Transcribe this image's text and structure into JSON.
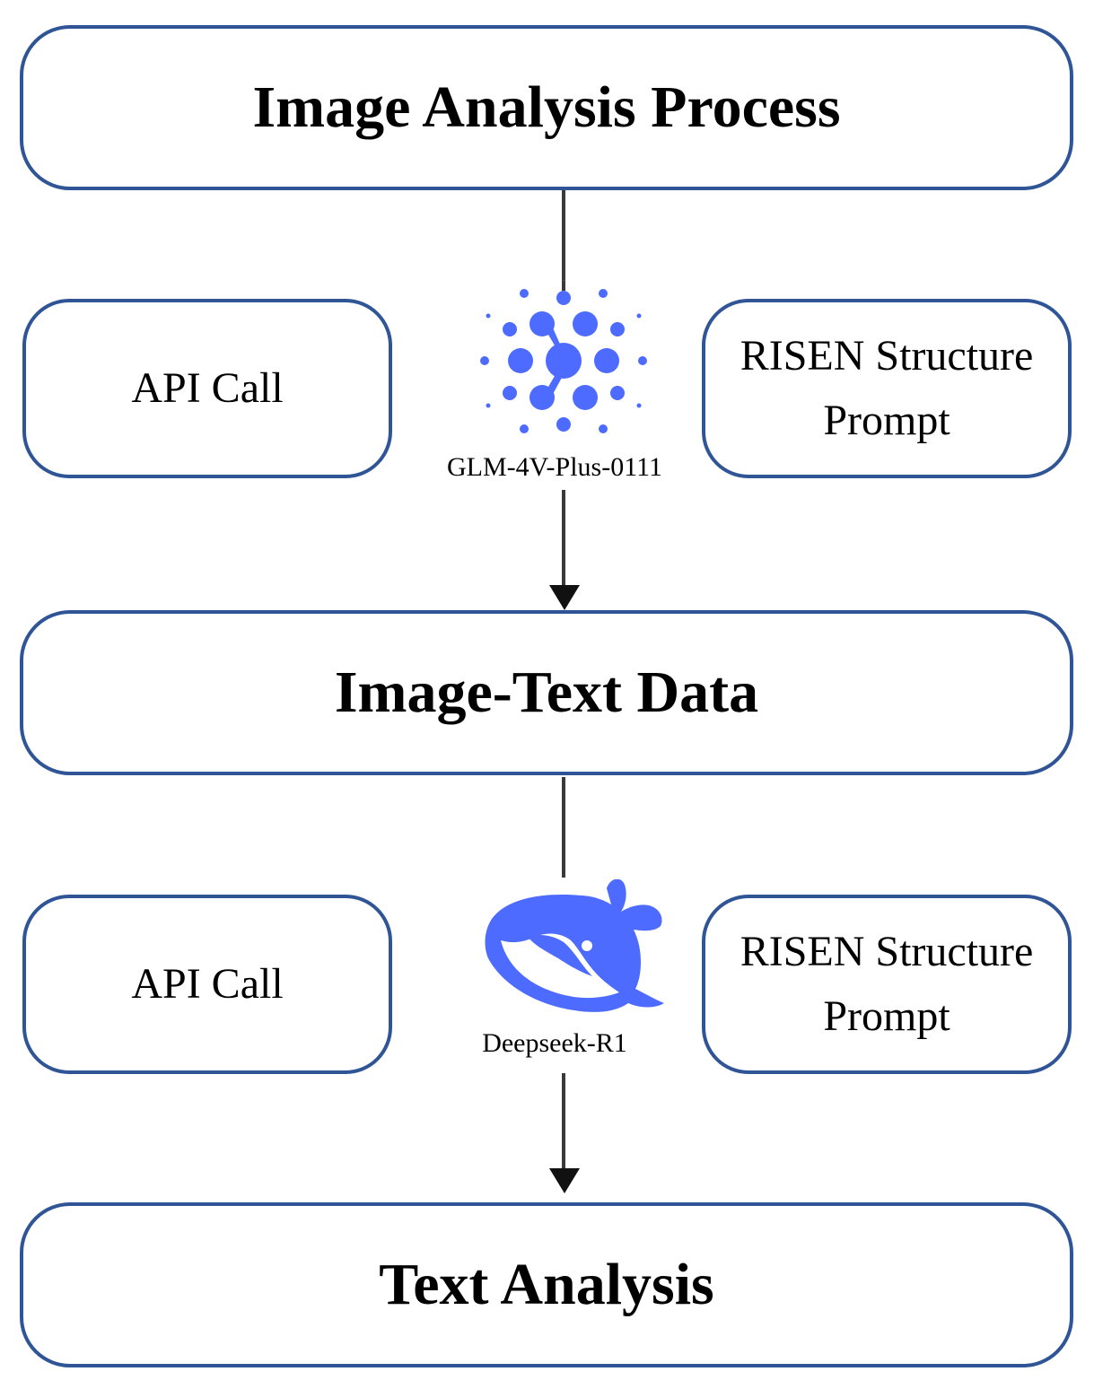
{
  "stages": {
    "image_analysis": "Image Analysis Process",
    "image_text_data": "Image-Text Data",
    "text_analysis": "Text Analysis"
  },
  "step1": {
    "left_label": "API Call",
    "right_label": "RISEN Structure\nPrompt",
    "model_label": "GLM-4V-Plus-0111",
    "model_icon": "glm-cluster-icon"
  },
  "step2": {
    "left_label": "API Call",
    "right_label": "RISEN Structure\nPrompt",
    "model_label": "Deepseek-R1",
    "model_icon": "deepseek-whale-icon"
  },
  "colors": {
    "box_border": "#2f5597",
    "icon_blue": "#4d6bfe",
    "arrow": "#111111"
  }
}
